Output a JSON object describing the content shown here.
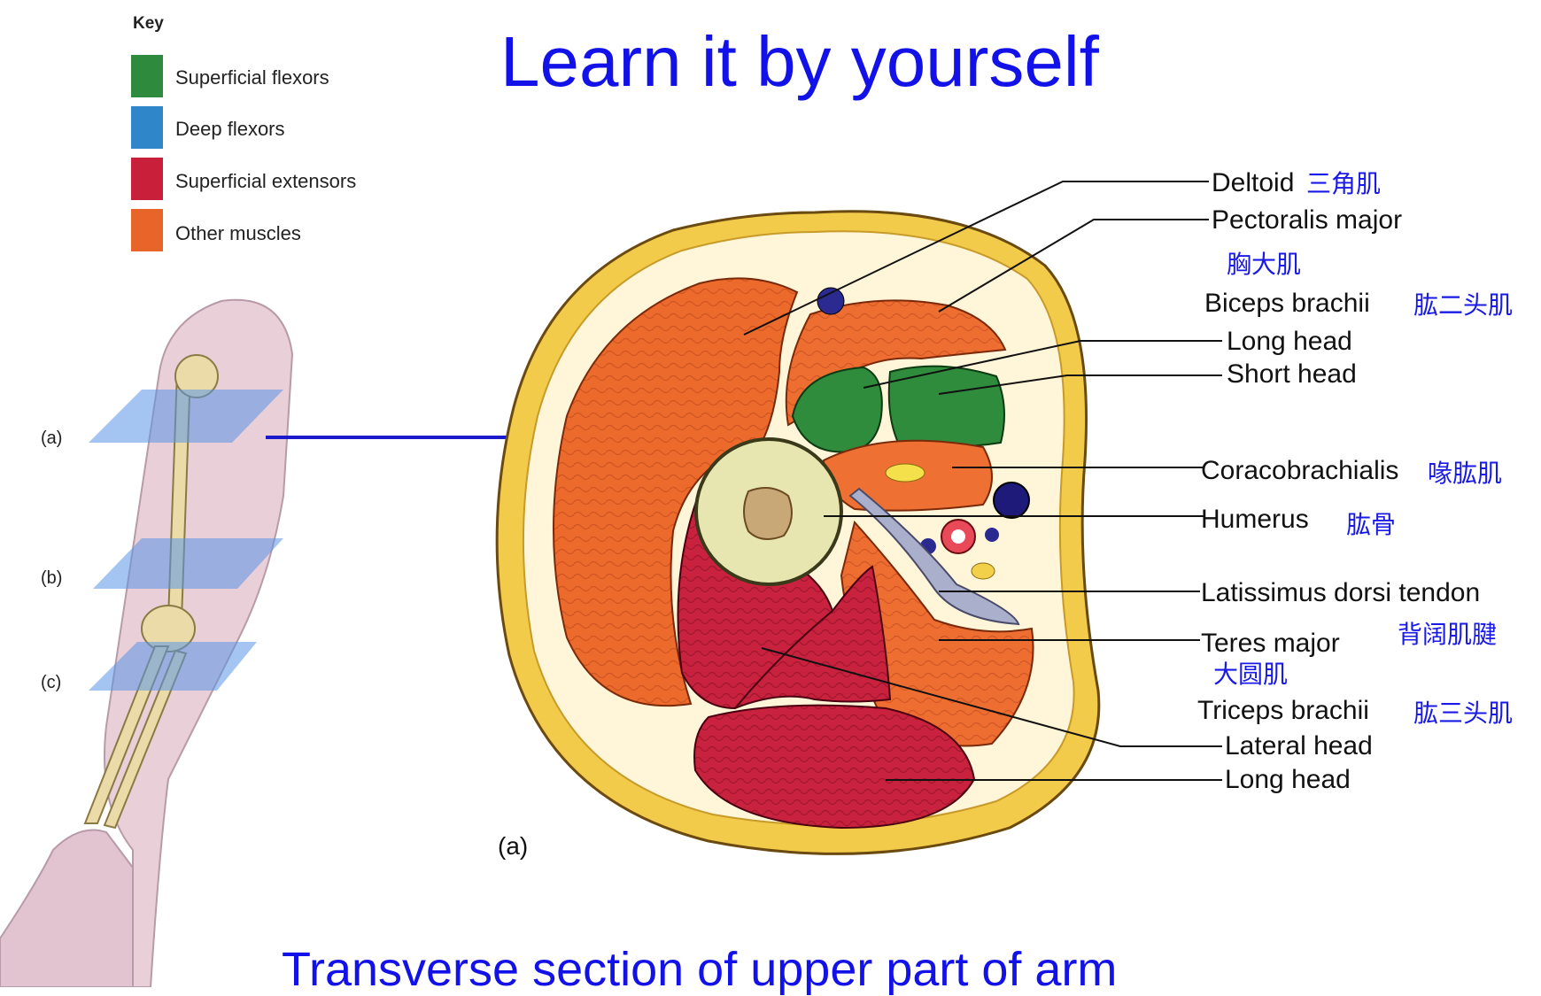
{
  "title": "Learn it by yourself",
  "subtitle": "Transverse section of upper part of arm",
  "key": {
    "heading": "Key",
    "items": [
      {
        "label": "Superficial flexors",
        "color": "#2e8b3e"
      },
      {
        "label": "Deep flexors",
        "color": "#2f86c9"
      },
      {
        "label": "Superficial extensors",
        "color": "#c8203a"
      },
      {
        "label": "Other muscles",
        "color": "#e8652a"
      }
    ]
  },
  "levels": [
    "(a)",
    "(b)",
    "(c)"
  ],
  "panel_label": "(a)",
  "labels": {
    "deltoid": "Deltoid",
    "deltoid_cn": "三角肌",
    "pectoralis": "Pectoralis major",
    "pectoralis_cn": "胸大肌",
    "biceps": "Biceps brachii",
    "biceps_cn": "肱二头肌",
    "long_head_b": "Long head",
    "short_head": "Short head",
    "coraco": "Coracobrachialis",
    "coraco_cn": "喙肱肌",
    "humerus": "Humerus",
    "humerus_cn": "肱骨",
    "latissimus": "Latissimus dorsi tendon",
    "latissimus_cn": "背阔肌腱",
    "teres": "Teres major",
    "teres_cn": "大圆肌",
    "triceps": "Triceps brachii",
    "triceps_cn": "肱三头肌",
    "lateral_head": "Lateral head",
    "long_head_t": "Long head"
  }
}
